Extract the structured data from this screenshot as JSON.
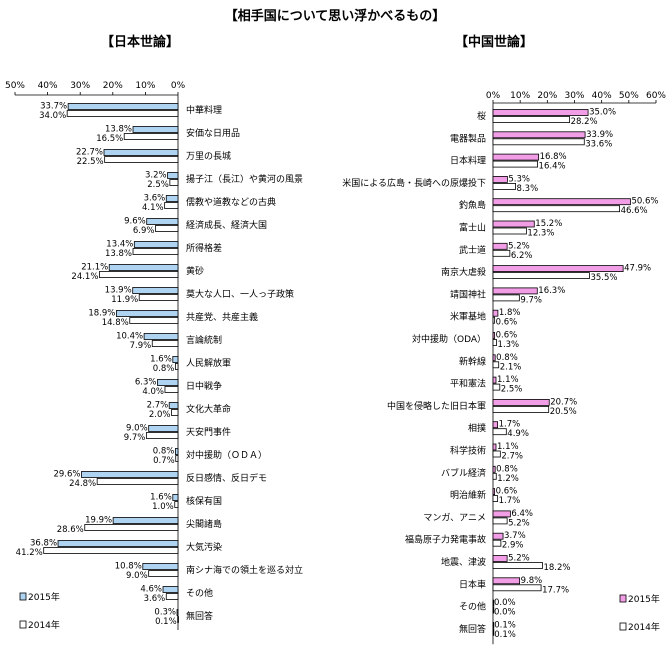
{
  "title": "【相手国について思い浮かべるもの】",
  "chart_data": [
    {
      "type": "bar",
      "orientation": "horizontal",
      "direction": "leftward",
      "subtitle": "【日本世論】",
      "xlim": [
        0,
        50
      ],
      "tick_labels": [
        "50%",
        "40%",
        "30%",
        "20%",
        "10%",
        "0%"
      ],
      "categories": [
        "中華料理",
        "安価な日用品",
        "万里の長城",
        "揚子江（長江）や黄河の風景",
        "儒教や道教などの古典",
        "経済成長、経済大国",
        "所得格差",
        "黄砂",
        "莫大な人口、一人っ子政策",
        "共産党、共産主義",
        "言論統制",
        "人民解放軍",
        "日中戦争",
        "文化大革命",
        "天安門事件",
        "対中援助（ＯＤＡ）",
        "反日感情、反日デモ",
        "核保有国",
        "尖閣諸島",
        "大気汚染",
        "南シナ海での領土を巡る対立",
        "その他",
        "無回答"
      ],
      "series": [
        {
          "name": "2015年",
          "values": [
            33.7,
            13.8,
            22.7,
            3.2,
            3.6,
            9.6,
            13.4,
            21.1,
            13.9,
            18.9,
            10.4,
            1.6,
            6.3,
            2.7,
            9.0,
            0.8,
            29.6,
            1.6,
            19.9,
            36.8,
            10.8,
            4.6,
            0.3
          ],
          "color": "#aed4f2"
        },
        {
          "name": "2014年",
          "values": [
            34.0,
            16.5,
            22.5,
            2.5,
            4.1,
            6.9,
            13.8,
            24.1,
            11.9,
            14.8,
            7.9,
            0.8,
            4.0,
            2.0,
            9.7,
            0.7,
            24.8,
            1.0,
            28.6,
            41.2,
            9.0,
            3.6,
            0.1
          ],
          "color": "#ffffff"
        }
      ],
      "value_labels": {
        "2015": [
          "33.7%",
          "13.8%",
          "22.7%",
          "3.2%",
          "3.6%",
          "9.6%",
          "13.4%",
          "21.1%",
          "13.9%",
          "18.9%",
          "10.4%",
          "1.6%",
          "6.3%",
          "2.7%",
          "9.0%",
          "0.8%",
          "29.6%",
          "1.6%",
          "19.9%",
          "36.8%",
          "10.8%",
          "4.6%",
          "0.3%"
        ],
        "2014": [
          "34.0%",
          "16.5%",
          "22.5%",
          "2.5%",
          "4.1%",
          "6.9%",
          "13.8%",
          "24.1%",
          "11.9%",
          "14.8%",
          "7.9%",
          "0.8%",
          "4.0%",
          "2.0%",
          "9.7%",
          "0.7%",
          "24.8%",
          "1.0%",
          "28.6%",
          "41.2%",
          "9.0%",
          "3.6%",
          "0.1%"
        ]
      },
      "legend": [
        "2015年",
        "2014年"
      ],
      "legend_position": "bottom-left"
    },
    {
      "type": "bar",
      "orientation": "horizontal",
      "direction": "rightward",
      "subtitle": "【中国世論】",
      "xlim": [
        0,
        60
      ],
      "tick_labels": [
        "0%",
        "10%",
        "20%",
        "30%",
        "40%",
        "50%",
        "60%"
      ],
      "categories": [
        "桜",
        "電器製品",
        "日本料理",
        "米国による広島・長崎への原爆投下",
        "釣魚島",
        "富士山",
        "武士道",
        "南京大虐殺",
        "靖国神社",
        "米軍基地",
        "対中援助（ODA）",
        "新幹線",
        "平和憲法",
        "中国を侵略した旧日本軍",
        "相撲",
        "科学技術",
        "バブル経済",
        "明治維新",
        "マンガ、アニメ",
        "福島原子力発電事故",
        "地震、津波",
        "日本車",
        "その他",
        "無回答"
      ],
      "series": [
        {
          "name": "2015年",
          "values": [
            35.0,
            33.9,
            16.8,
            5.3,
            50.6,
            15.2,
            5.2,
            47.9,
            16.3,
            1.8,
            0.6,
            0.8,
            1.1,
            20.7,
            1.7,
            1.1,
            0.8,
            0.6,
            6.4,
            3.7,
            5.2,
            9.8,
            0.0,
            0.1
          ],
          "color": "#f29ee6"
        },
        {
          "name": "2014年",
          "values": [
            28.2,
            33.6,
            16.4,
            8.3,
            46.6,
            12.3,
            6.2,
            35.5,
            9.7,
            0.6,
            1.3,
            2.1,
            2.5,
            20.5,
            4.9,
            2.7,
            1.2,
            1.7,
            5.2,
            2.9,
            18.2,
            17.7,
            0.0,
            0.1
          ],
          "color": "#ffffff"
        }
      ],
      "value_labels": {
        "2015": [
          "35.0%",
          "33.9%",
          "16.8%",
          "5.3%",
          "50.6%",
          "15.2%",
          "5.2%",
          "47.9%",
          "16.3%",
          "1.8%",
          "0.6%",
          "0.8%",
          "1.1%",
          "20.7%",
          "1.7%",
          "1.1%",
          "0.8%",
          "0.6%",
          "6.4%",
          "3.7%",
          "5.2%",
          "9.8%",
          "0.0%",
          "0.1%"
        ],
        "2014": [
          "28.2%",
          "33.6%",
          "16.4%",
          "8.3%",
          "46.6%",
          "12.3%",
          "6.2%",
          "35.5%",
          "9.7%",
          "0.6%",
          "1.3%",
          "2.1%",
          "2.5%",
          "20.5%",
          "4.9%",
          "2.7%",
          "1.2%",
          "1.7%",
          "5.2%",
          "2.9%",
          "18.2%",
          "17.7%",
          "0.0%",
          "0.1%"
        ]
      },
      "legend": [
        "2015年",
        "2014年"
      ],
      "legend_position": "bottom-right"
    }
  ]
}
